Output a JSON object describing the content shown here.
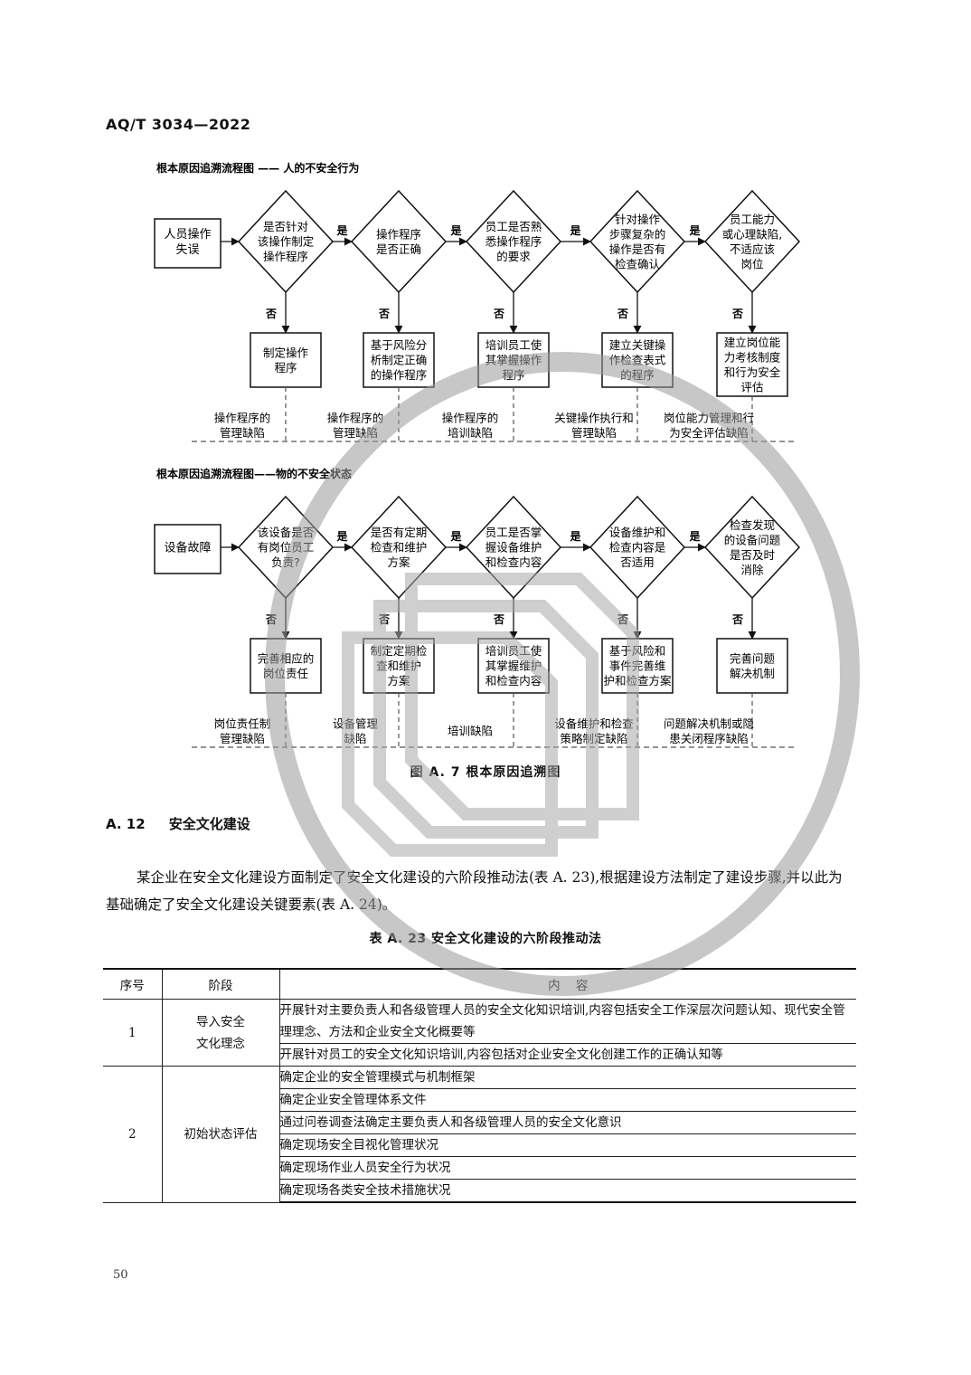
{
  "header": {
    "doc_code": "AQ/T  3034—2022"
  },
  "figure": {
    "flow1": {
      "title": "根本原因追溯流程图 —— 人的不安全行为",
      "start": [
        "人员操作",
        "失误"
      ],
      "decisions": [
        [
          "是否针对",
          "该操作制定",
          "操作程序"
        ],
        [
          "操作程序",
          "是否正确"
        ],
        [
          "员工是否熟",
          "悉操作程序",
          "的要求"
        ],
        [
          "针对操作",
          "步骤复杂的",
          "操作是否有",
          "检查确认"
        ],
        [
          "员工能力",
          "或心理缺陷,",
          "不适应该",
          "岗位"
        ]
      ],
      "actions": [
        [
          "制定操作",
          "程序"
        ],
        [
          "基于风险分",
          "析制定正确",
          "的操作程序"
        ],
        [
          "培训员工使",
          "其掌握操作",
          "程序"
        ],
        [
          "建立关键操",
          "作检查表式",
          "的程序"
        ],
        [
          "建立岗位能",
          "力考核制度",
          "和行为安全",
          "评估"
        ]
      ],
      "defects": [
        [
          "操作程序的",
          "管理缺陷"
        ],
        [
          "操作程序的",
          "管理缺陷"
        ],
        [
          "操作程序的",
          "培训缺陷"
        ],
        [
          "关键操作执行和",
          "管理缺陷"
        ],
        [
          "岗位能力管理和行",
          "为安全评估缺陷"
        ]
      ]
    },
    "flow2": {
      "title": "根本原因追溯流程图——物的不安全状态",
      "start": [
        "设备故障"
      ],
      "decisions": [
        [
          "该设备是否",
          "有岗位员工",
          "负责?"
        ],
        [
          "是否有定期",
          "检查和维护",
          "方案"
        ],
        [
          "员工是否掌",
          "握设备维护",
          "和检查内容"
        ],
        [
          "设备维护和",
          "检查内容是",
          "否适用"
        ],
        [
          "检查发现",
          "的设备问题",
          "是否及时",
          "消除"
        ]
      ],
      "actions": [
        [
          "完善相应的",
          "岗位责任"
        ],
        [
          "制定定期检",
          "查和维护",
          "方案"
        ],
        [
          "培训员工使",
          "其掌握维护",
          "和检查内容"
        ],
        [
          "基于风险和",
          "事件完善维",
          "护和检查方案"
        ],
        [
          "完善问题",
          "解决机制"
        ]
      ],
      "defects": [
        [
          "岗位责任制",
          "管理缺陷"
        ],
        [
          "设备管理",
          "缺陷"
        ],
        [
          "培训缺陷"
        ],
        [
          "设备维护和检查",
          "策略制定缺陷"
        ],
        [
          "问题解决机制或隐",
          "患关闭程序缺陷"
        ]
      ]
    },
    "yes_label": "是",
    "no_label": "否",
    "caption": "图 A. 7   根本原因追溯图"
  },
  "section": {
    "number": "A. 12",
    "title": "安全文化建设",
    "paragraph": "某企业在安全文化建设方面制定了安全文化建设的六阶段推动法(表 A. 23),根据建设方法制定了建设步骤,并以此为基础确定了安全文化建设关键要素(表 A. 24)。"
  },
  "table": {
    "title": "表 A. 23   安全文化建设的六阶段推动法",
    "headers": [
      "序号",
      "阶段",
      "内    容"
    ],
    "groups": [
      {
        "no": "1",
        "stage": [
          "导入安全",
          "文化理念"
        ],
        "items": [
          "开展针对主要负责人和各级管理人员的安全文化知识培训,内容包括安全工作深层次问题认知、现代安全管理理念、方法和企业安全文化概要等",
          "开展针对员工的安全文化知识培训,内容包括对企业安全文化创建工作的正确认知等"
        ]
      },
      {
        "no": "2",
        "stage": [
          "初始状态评估"
        ],
        "items": [
          "确定企业的安全管理模式与机制框架",
          "确定企业安全管理体系文件",
          "通过问卷调查法确定主要负责人和各级管理人员的安全文化意识",
          "确定现场安全目视化管理状况",
          "确定现场作业人员安全行为状况",
          "确定现场各类安全技术措施状况"
        ]
      }
    ]
  },
  "footer": {
    "page_number": "50"
  }
}
